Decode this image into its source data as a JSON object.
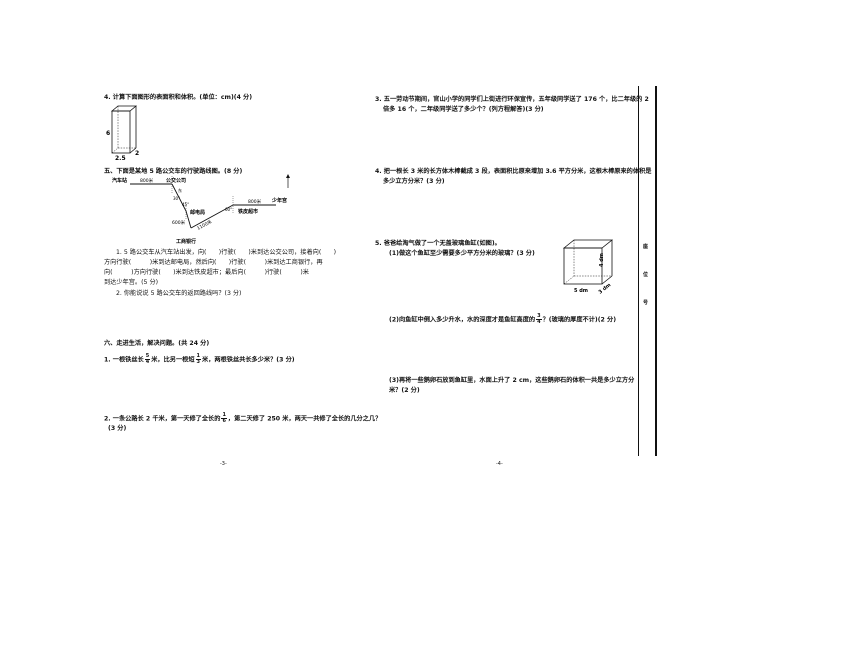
{
  "left": {
    "q4": {
      "text": "4. 计算下面图形的表面积和体积。(单位：cm)(4 分)",
      "dim_h": "6",
      "dim_w": "2.5",
      "dim_d": "2"
    },
    "section5": {
      "title": "五、下面是某地 5 路公交车的行驶路线图。(8 分)"
    },
    "map": {
      "labels": [
        "汽车站",
        "800米",
        "公交公司",
        "东",
        "30°",
        "邮电局",
        "45°",
        "600米",
        "1100米",
        "60°",
        "800米",
        "少年宫",
        "铁皮超市",
        "工商银行"
      ]
    },
    "q5_1": {
      "line1": "1. 5 路公交车从汽车站出发，向(　　)行驶(　　)米到达公交公司，接着向(　　)",
      "line2": "方向行驶(　　　)米到达邮电局，然后向(　　)行驶(　　　)米到达工商银行，再",
      "line3": "向(　　　)方向行驶(　　)米到达铁皮超市；最后向(　　　)行驶(　　　)米",
      "line4": "到达少年宫。(5 分)"
    },
    "q5_2": {
      "text": "2. 你能说说 5 路公交车的返回路线吗？(3 分)"
    },
    "section6": {
      "title": "六、走进生活，解决问题。(共 24 分)"
    },
    "p1": {
      "a": "1. 一根铁丝长",
      "f1n": "5",
      "f1d": "4",
      "b": "米，比另一根短",
      "f2n": "1",
      "f2d": "3",
      "c": "米，两根铁丝共长多少米？(3 分)"
    },
    "p2": {
      "a": "2. 一条公路长 2 千米，第一天修了全长的",
      "fn": "1",
      "fd": "6",
      "b": "，第二天修了 250 米，两天一共修了全长的几分之几？",
      "c": "(3 分)"
    },
    "page_num": "-3-"
  },
  "right": {
    "p3": {
      "line1": "3. 五一劳动节期间，官山小学的同学们上街进行环保宣传，五年级同学送了 176 个，比二年级的 2",
      "line2": "倍多 16 个，二年级同学送了多少个？(列方程解答)(3 分)"
    },
    "p4": {
      "line1": "4. 把一根长 3 米的长方体木棒截成 3 段，表面积比原来增加 3.6 平方分米，这根木棒原来的体积是",
      "line2": "多少立方分米？(3 分)"
    },
    "p5": {
      "intro": "5. 爸爸给淘气做了一个无盖玻璃鱼缸(如图)。",
      "s1": "(1)做这个鱼缸至少需要多少平方分米的玻璃？(3 分)",
      "s2a": "(2)向鱼缸中倒入多少升水，水的深度才是鱼缸高度的",
      "s2fn": "3",
      "s2fd": "4",
      "s2b": "？(玻璃的厚度不计)(2 分)",
      "s3a": "(3)再将一些鹅卵石放到鱼缸里，水面上升了 2 cm，这些鹅卵石的体积一共是多少立方分",
      "s3b": "米？(2 分)",
      "tank_h": "4 dm",
      "tank_w": "5 dm",
      "tank_d": "3 dm"
    },
    "page_num": "-4-",
    "binding": {
      "c1": "座",
      "c2": "位",
      "c3": "号"
    }
  }
}
